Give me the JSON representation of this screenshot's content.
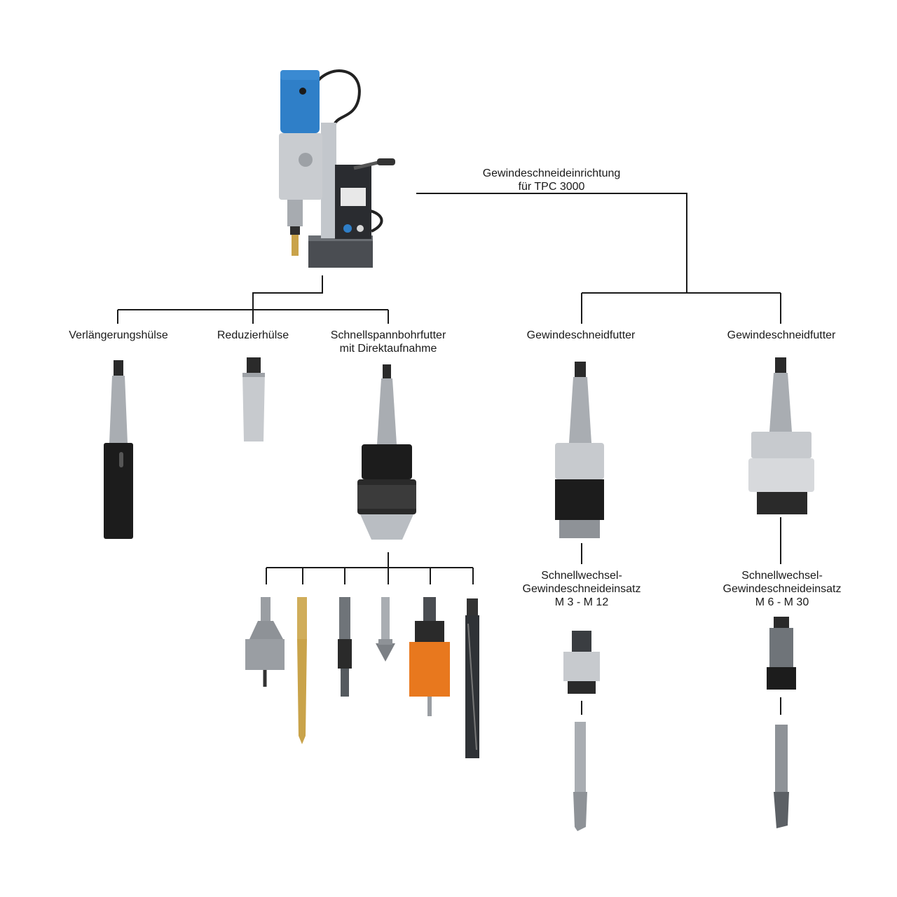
{
  "colors": {
    "line": "#1a1a1a",
    "machine_blue": "#2f7fc8",
    "steel": "#b9bdc2",
    "steel_dark": "#6f7479",
    "black_part": "#1c1c1c",
    "gold": "#c9a34a",
    "orange": "#e8781e",
    "cutter_grey": "#9a9ea3"
  },
  "labels": {
    "threading_device": [
      "Gewindeschneideinrichtung",
      "für TPC 3000"
    ],
    "extension_sleeve": "Verlängerungshülse",
    "reducing_sleeve": "Reduzierhülse",
    "keyless_chuck": [
      "Schnellspannbohrfutter",
      "mit Direktaufnahme"
    ],
    "tapping_chuck_1": "Gewindeschneidfutter",
    "tapping_chuck_2": "Gewindeschneidfutter",
    "quick_change_insert_1": [
      "Schnellwechsel-",
      "Gewindeschneideinsatz",
      "M 3 - M 12"
    ],
    "quick_change_insert_2": [
      "Schnellwechsel-",
      "Gewindeschneideinsatz",
      "M 6 - M 30"
    ]
  },
  "icons": {
    "machine": "magnetic-drill-machine-icon",
    "extension_sleeve": "extension-sleeve-icon",
    "reducing_sleeve": "reducing-sleeve-icon",
    "chuck": "drill-chuck-icon",
    "tapping_chuck": "tapping-chuck-icon",
    "insert": "tap-insert-icon",
    "tap": "tap-icon",
    "tools": [
      "hss-hole-cutter-icon",
      "twist-drill-icon",
      "counterbore-icon",
      "countersink-icon",
      "bi-metal-hole-saw-icon",
      "reamer-icon"
    ]
  }
}
